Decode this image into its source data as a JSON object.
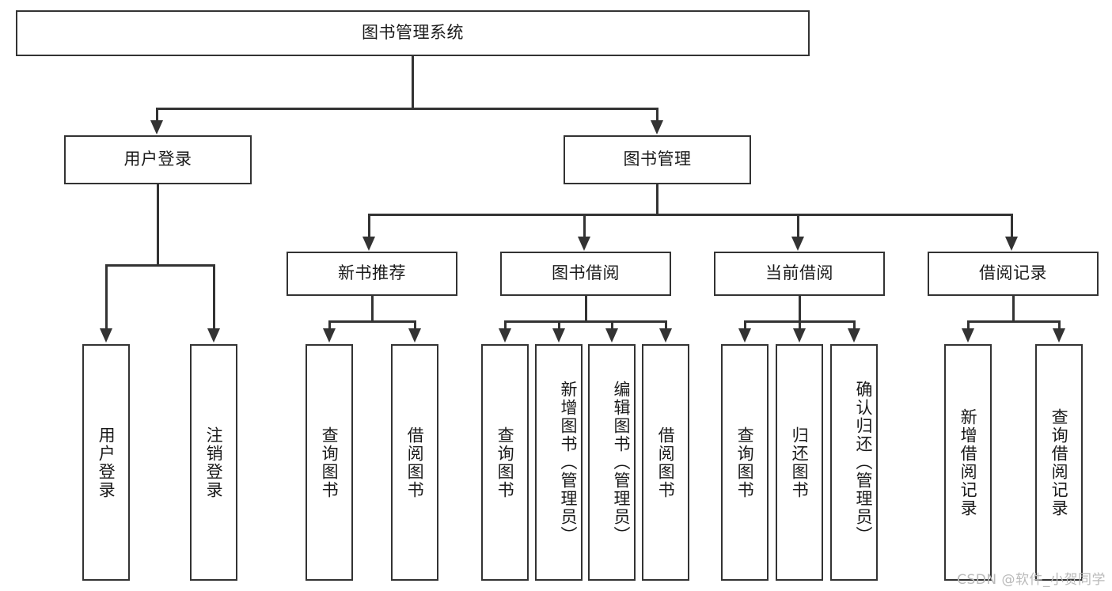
{
  "diagram": {
    "title": "图书管理系统",
    "type": "tree",
    "root": {
      "label": "图书管理系统"
    },
    "level1": [
      {
        "label": "用户登录"
      },
      {
        "label": "图书管理"
      }
    ],
    "level2": [
      {
        "label": "新书推荐"
      },
      {
        "label": "图书借阅"
      },
      {
        "label": "当前借阅"
      },
      {
        "label": "借阅记录"
      }
    ],
    "leaves": {
      "user_login": [
        {
          "label": "用户登录"
        },
        {
          "label": "注销登录"
        }
      ],
      "new_book_rec": [
        {
          "label": "查询图书"
        },
        {
          "label": "借阅图书"
        }
      ],
      "book_borrow": [
        {
          "label": "查询图书"
        },
        {
          "label": "新增图书（管理员）"
        },
        {
          "label": "编辑图书（管理员）"
        },
        {
          "label": "借阅图书"
        }
      ],
      "current_borrow": [
        {
          "label": "查询图书"
        },
        {
          "label": "归还图书"
        },
        {
          "label": "确认归还（管理员）"
        }
      ],
      "borrow_record": [
        {
          "label": "新增借阅记录"
        },
        {
          "label": "查询借阅记录"
        }
      ]
    }
  },
  "watermark": {
    "text": "CSDN @软件_小贺同学"
  },
  "colors": {
    "stroke": "#333333",
    "fill": "#ffffff",
    "text": "#1a1a1a",
    "watermark": "#b9b9b9"
  }
}
